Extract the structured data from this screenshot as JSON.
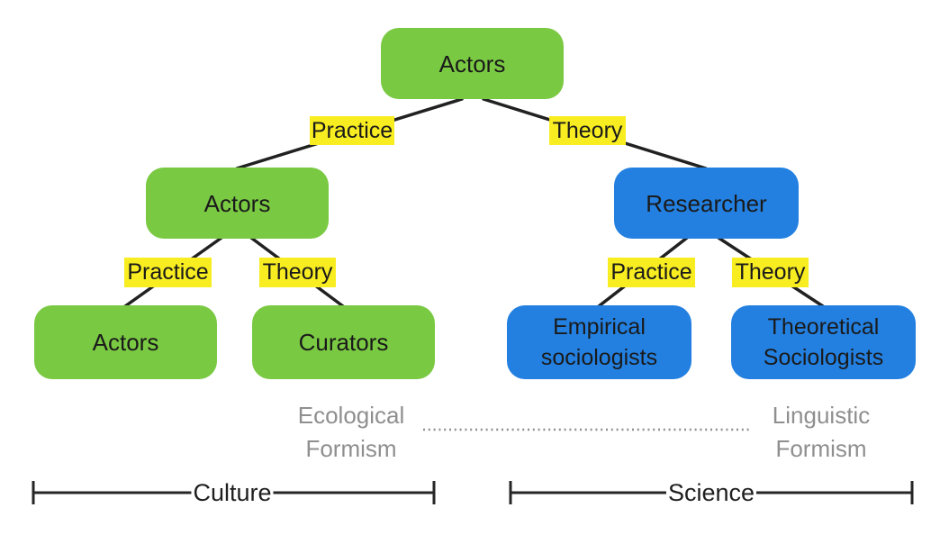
{
  "nodes": {
    "root": {
      "label": "Actors"
    },
    "mid_actors": {
      "label": "Actors"
    },
    "researcher": {
      "label": "Researcher"
    },
    "leaf_actors": {
      "label": "Actors"
    },
    "curators": {
      "label": "Curators"
    },
    "empirical": {
      "line1": "Empirical",
      "line2": "sociologists"
    },
    "theoretical": {
      "line1": "Theoretical",
      "line2": "Sociologists"
    }
  },
  "edge_labels": {
    "root_practice": "Practice",
    "root_theory": "Theory",
    "actors_practice": "Practice",
    "actors_theory": "Theory",
    "researcher_practice": "Practice",
    "researcher_theory": "Theory"
  },
  "paradigm_labels": {
    "left": {
      "line1": "Ecological",
      "line2": "Formism"
    },
    "right": {
      "line1": "Linguistic",
      "line2": "Formism"
    }
  },
  "axis_labels": {
    "left": "Culture",
    "right": "Science"
  },
  "colors": {
    "node_green": "#7AC943",
    "node_blue": "#2380E0",
    "label_highlight": "#F8ED21",
    "connector_line": "#212121",
    "muted_text": "#8F8F8F",
    "node_text": "#1A1A1A"
  }
}
